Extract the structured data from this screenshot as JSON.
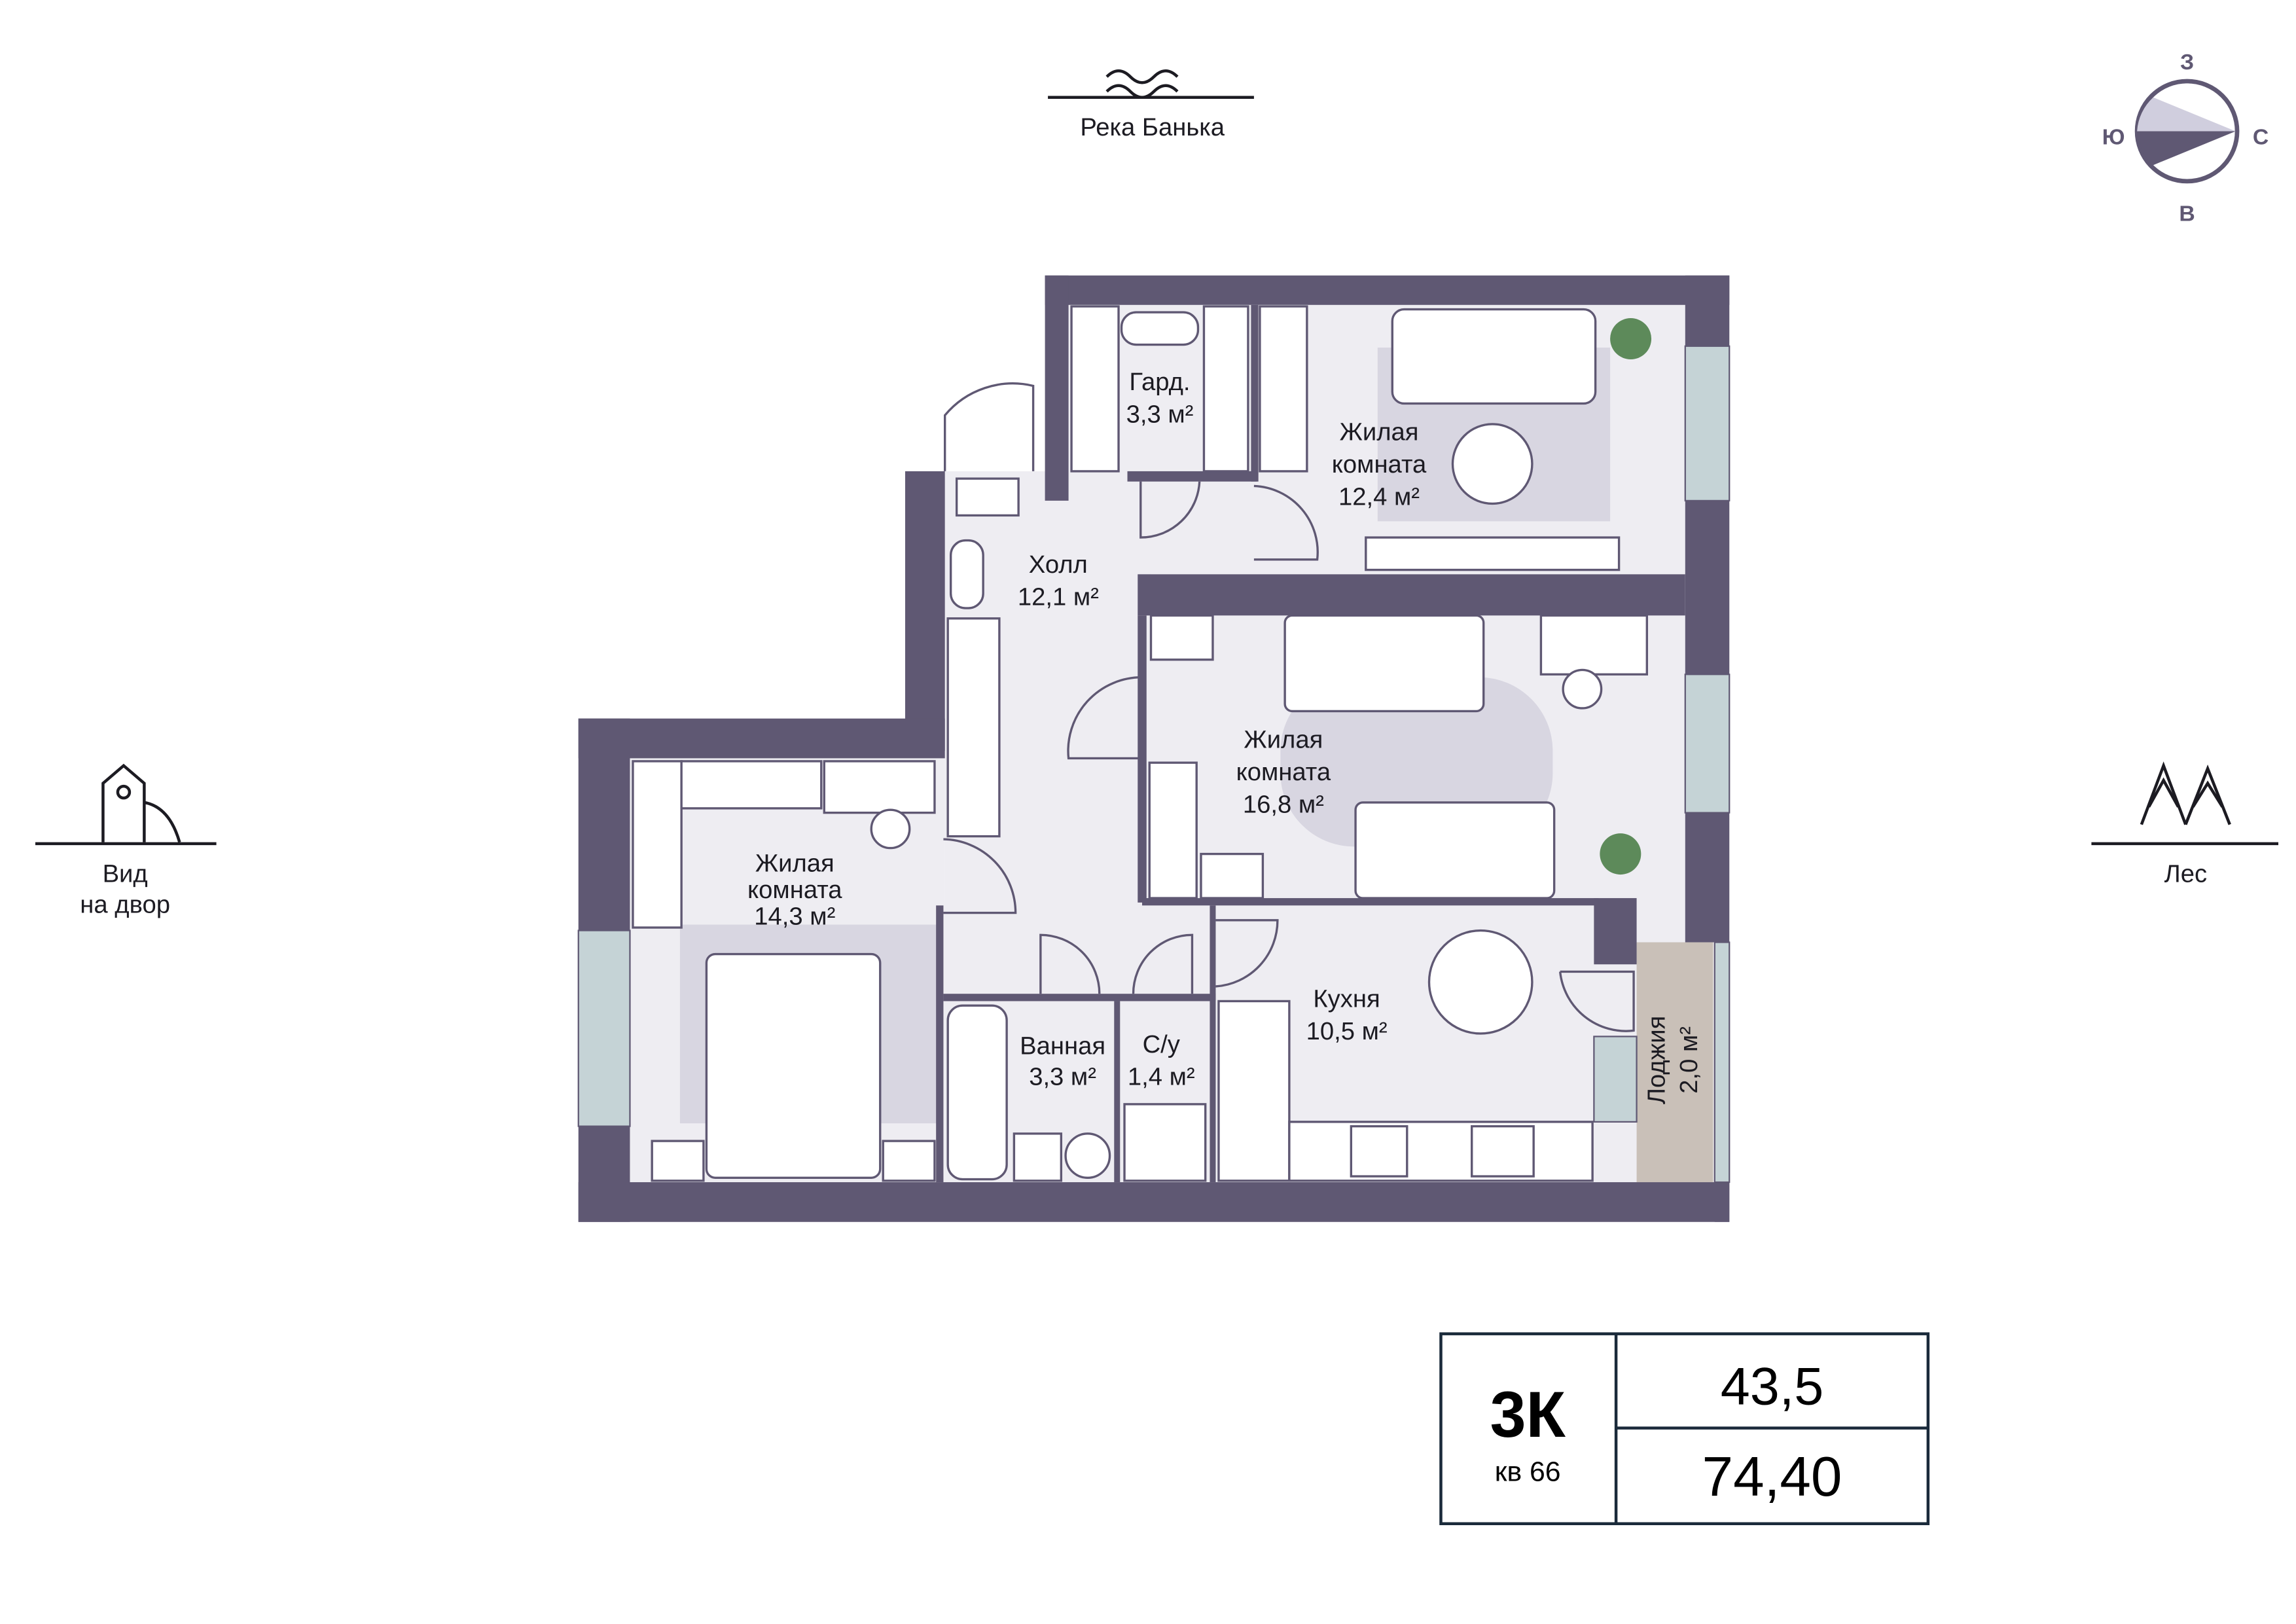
{
  "landmarks": {
    "river": "Река Банька",
    "yard_line1": "Вид",
    "yard_line2": "на двор",
    "forest": "Лес"
  },
  "compass": {
    "north": "С",
    "south": "Ю",
    "west": "З",
    "east": "В"
  },
  "rooms": {
    "wardrobe": {
      "name": "Гард.",
      "area": "3,3 м²"
    },
    "living_top": {
      "name1": "Жилая",
      "name2": "комната",
      "area": "12,4 м²"
    },
    "hall": {
      "name": "Холл",
      "area": "12,1 м²"
    },
    "living_mid": {
      "name1": "Жилая",
      "name2": "комната",
      "area": "16,8 м²"
    },
    "living_left": {
      "name1": "Жилая",
      "name2": "комната",
      "area": "14,3 м²"
    },
    "bathroom": {
      "name": "Ванная",
      "area": "3,3 м²"
    },
    "toilet": {
      "name": "С/у",
      "area": "1,4 м²"
    },
    "kitchen": {
      "name": "Кухня",
      "area": "10,5 м²"
    },
    "loggia": {
      "name": "Лоджия",
      "area": "2,0 м²"
    }
  },
  "info": {
    "type": "3К",
    "apartment": "кв 66",
    "living_area": "43,5",
    "total_area": "74,40"
  },
  "colors": {
    "wall": "#5f5873",
    "floor": "#eeedf2",
    "rug": "#d8d6e1",
    "window": "#c5d3d6",
    "loggia": "#c9c0b8"
  }
}
